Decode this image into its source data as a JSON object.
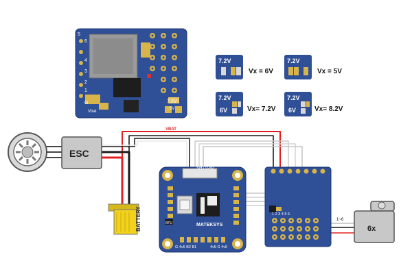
{
  "pdb_board": {
    "left_pin_labels": [
      "6",
      "4",
      "3",
      "2",
      "1",
      "G",
      "Vbat"
    ],
    "left_pin_labels_top": [
      "5"
    ],
    "jumper_label": "7.2V",
    "jumper_label_2": "6V"
  },
  "voltage_jumpers": [
    {
      "top": "7.2V",
      "bottom": "",
      "setting": "Vx = 6V"
    },
    {
      "top": "7.2V",
      "bottom": "",
      "setting": "Vx = 5V"
    },
    {
      "top": "7.2V",
      "bottom": "6V",
      "setting": "Vx= 7.2V"
    },
    {
      "top": "7.2V",
      "bottom": "6V",
      "setting": "Vx= 8.2V"
    }
  ],
  "esc": {
    "label": "ESC"
  },
  "battery": {
    "label": "BATTERY"
  },
  "wire_label": "VBAT",
  "fc_board": {
    "connector_label": "SH1.0-8P",
    "brand": "MATEKSYS",
    "bottom_labels": "G 4v5 B2 B1",
    "bottom_labels_2": "4v5 G 4v5",
    "side_label": "BFU"
  },
  "servo_label": "6x",
  "servo_channel_label": "1~6",
  "pdb_bottom_numbers": "1 2 3 4 5 6",
  "colors": {
    "board_blue": "#2f4f96",
    "board_blue_dark": "#243f80",
    "pad_gold": "#d8b54a",
    "wire_red": "#e02020",
    "wire_black": "#1a1a1a",
    "wire_gray": "#bdbdbd",
    "battery_yellow": "#f2d21b"
  }
}
